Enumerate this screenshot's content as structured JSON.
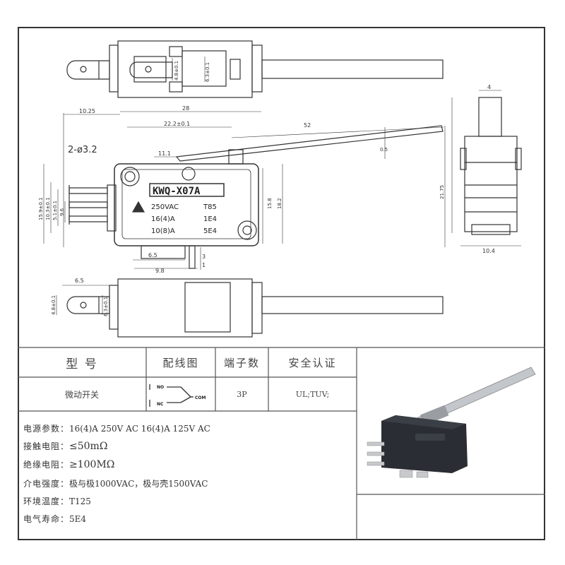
{
  "drawing": {
    "model_label": "KWQ-X07A",
    "body_text": [
      "250VAC",
      "T85",
      "16(4)A",
      "1E4",
      "10(8)A",
      "5E4"
    ],
    "hole_label": "2-ø3.2",
    "contact_labels": [
      "NO",
      "NC",
      "COM"
    ],
    "dims": {
      "d_10_25": "10.25",
      "d_28": "28",
      "d_22_2": "22.2±0.1",
      "d_52": "52",
      "d_11_1": "11.1",
      "d_0_5": "0.5",
      "d_15_9": "15.9±0.1",
      "d_10_3": "10.3±0.1",
      "d_5_1": "5.1±0.1",
      "d_9_6": "9.6",
      "d_15_8": "15.8",
      "d_18_2": "18.2",
      "d_6_5_mid": "6.5",
      "d_9_8": "9.8",
      "d_3": "3",
      "d_1": "1",
      "d_21_75": "21.75",
      "d_10_4": "10.4",
      "d_4": "4",
      "d_6_5_bot": "6.5",
      "d_4_8_top": "4.8±0.1",
      "d_6_3_top": "6.3±0.1",
      "d_4_8_bot": "4.8±0.1",
      "d_6_3_bot": "6.3±0.1"
    }
  },
  "table": {
    "headers": [
      "型 号",
      "配线图",
      "端子数",
      "安全认证"
    ],
    "row": {
      "model": "微动开关",
      "terminals": "3P",
      "cert": "UL;TUV;"
    }
  },
  "specs": [
    {
      "label": "电源参数：",
      "value": "16(4)A 250V AC  16(4)A 125V AC"
    },
    {
      "label": "接触电阻：",
      "value": "≤50mΩ"
    },
    {
      "label": "绝缘电阻：",
      "value": "≥100MΩ"
    },
    {
      "label": "介电强度：",
      "value": "极与极1000VAC，极与壳1500VAC"
    },
    {
      "label": "环境温度：",
      "value": "T125"
    },
    {
      "label": "电气寿命：",
      "value": "5E4"
    }
  ],
  "photo": {
    "switch_color": "#2a2d33",
    "lever_color": "#b8bcc0"
  }
}
